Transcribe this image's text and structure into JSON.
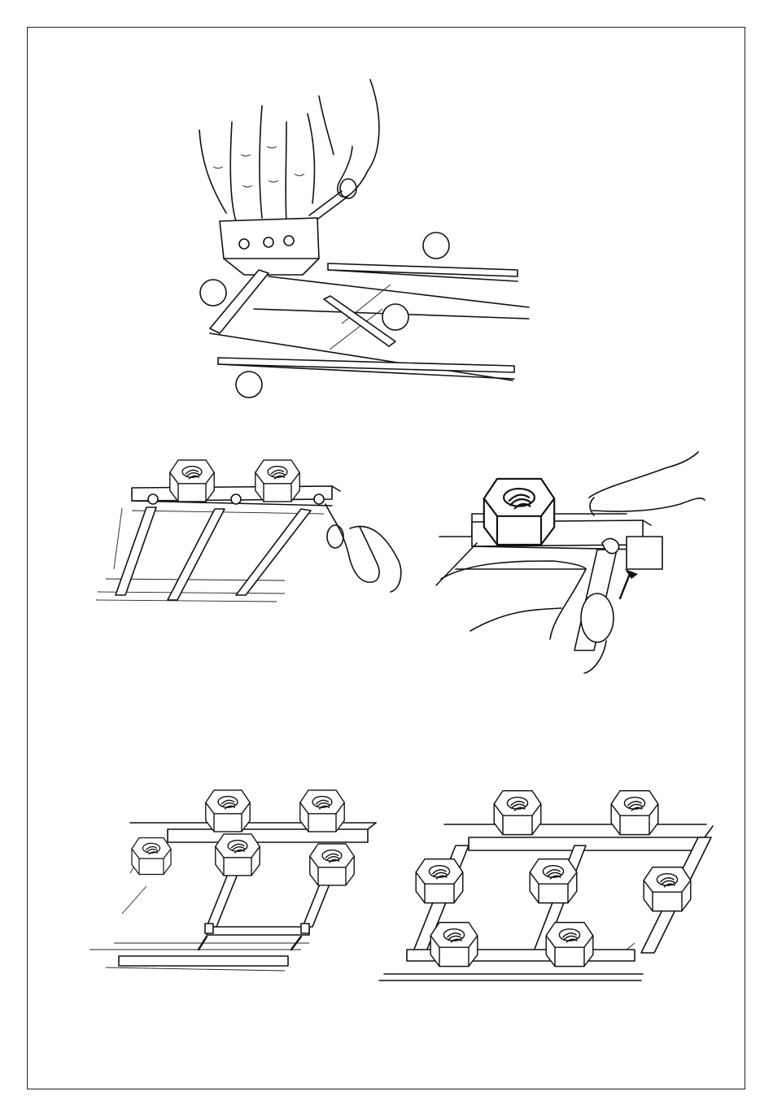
{
  "page": {
    "text": "",
    "colors": {
      "ink": "#111111",
      "paper": "#ffffff"
    }
  },
  "illustrations": [
    {
      "name": "cutting-strips",
      "callouts": [
        "",
        "",
        "",
        ""
      ]
    },
    {
      "name": "gluing-cross-members"
    },
    {
      "name": "pressing-joint"
    },
    {
      "name": "second-layer-assembly"
    },
    {
      "name": "finished-grid"
    }
  ]
}
